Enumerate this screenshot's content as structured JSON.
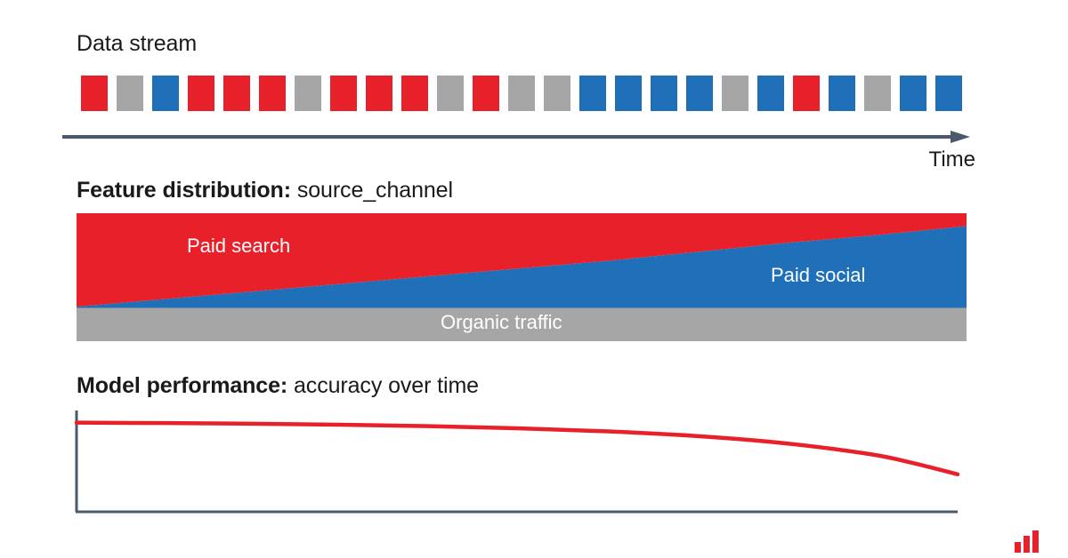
{
  "colors": {
    "red": "#e8202a",
    "blue": "#1f70b8",
    "gray": "#a6a6a6",
    "axis": "#4a5a6a",
    "text": "#1a1a1a",
    "white": "#ffffff"
  },
  "stream": {
    "title": "Data stream",
    "time_label": "Time",
    "arrow_icon": "right-arrow-icon",
    "chips": [
      "red",
      "gray",
      "blue",
      "red",
      "red",
      "red",
      "gray",
      "red",
      "red",
      "red",
      "gray",
      "red",
      "gray",
      "gray",
      "blue",
      "blue",
      "blue",
      "blue",
      "gray",
      "blue",
      "red",
      "blue",
      "gray",
      "blue",
      "blue"
    ]
  },
  "feature": {
    "title_strong": "Feature distribution:",
    "title_light": " source_channel",
    "labels": {
      "paid_search": "Paid search",
      "paid_social": "Paid social",
      "organic": "Organic traffic"
    }
  },
  "performance": {
    "title_strong": "Model performance:",
    "title_light": " accuracy over time"
  },
  "logo": {
    "name": "bar-chart-logo",
    "bars": [
      12,
      19,
      25
    ]
  },
  "chart_data": [
    {
      "type": "area",
      "title": "Feature distribution: source_channel",
      "stacked": true,
      "xlabel": "Time",
      "ylabel": "",
      "x": [
        0,
        10,
        20,
        30,
        40,
        50,
        60,
        70,
        80,
        90,
        100
      ],
      "ylim": [
        0,
        100
      ],
      "grid": false,
      "legend": "inline-band-labels",
      "series": [
        {
          "name": "Organic traffic",
          "color": "#a6a6a6",
          "values": [
            26,
            26,
            26,
            26,
            26,
            26,
            26,
            26,
            26,
            26,
            26
          ]
        },
        {
          "name": "Paid social",
          "color": "#1f70b8",
          "values": [
            1,
            7,
            13,
            19,
            25,
            31,
            37,
            44,
            51,
            57,
            64
          ]
        },
        {
          "name": "Paid search",
          "color": "#e8202a",
          "values": [
            73,
            67,
            61,
            55,
            49,
            43,
            37,
            30,
            23,
            17,
            10
          ]
        }
      ]
    },
    {
      "type": "line",
      "title": "Model performance: accuracy over time",
      "xlabel": "",
      "ylabel": "",
      "grid": false,
      "xlim": [
        0,
        100
      ],
      "ylim": [
        0,
        100
      ],
      "series": [
        {
          "name": "accuracy",
          "color": "#e8202a",
          "x": [
            0,
            10,
            20,
            30,
            40,
            50,
            60,
            70,
            80,
            90,
            95,
            100
          ],
          "values": [
            88,
            87.6,
            87,
            86,
            84.5,
            82.5,
            79.5,
            75,
            68,
            57,
            48,
            37
          ]
        }
      ]
    }
  ]
}
